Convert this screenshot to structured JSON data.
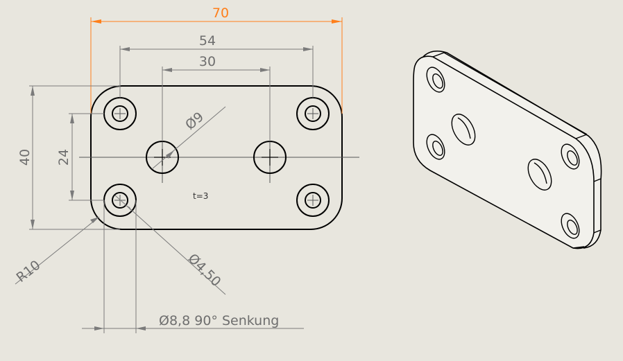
{
  "drawing": {
    "dimensions": {
      "overall_width": "70",
      "hole_spacing_outer": "54",
      "hole_spacing_inner": "30",
      "overall_height": "40",
      "hole_spacing_vertical": "24",
      "large_hole_diameter": "9",
      "corner_radius": "R10",
      "small_hole_diameter": "4,50",
      "countersink": "8,8 90° Senkung"
    },
    "symbols": {
      "diameter": "Ø"
    },
    "thickness_note": "t=3",
    "colors": {
      "background": "#e8e6de",
      "highlight_dimension": "#ff7f1a",
      "dimension_lines": "#7b7b7b",
      "outline": "#000000"
    }
  }
}
